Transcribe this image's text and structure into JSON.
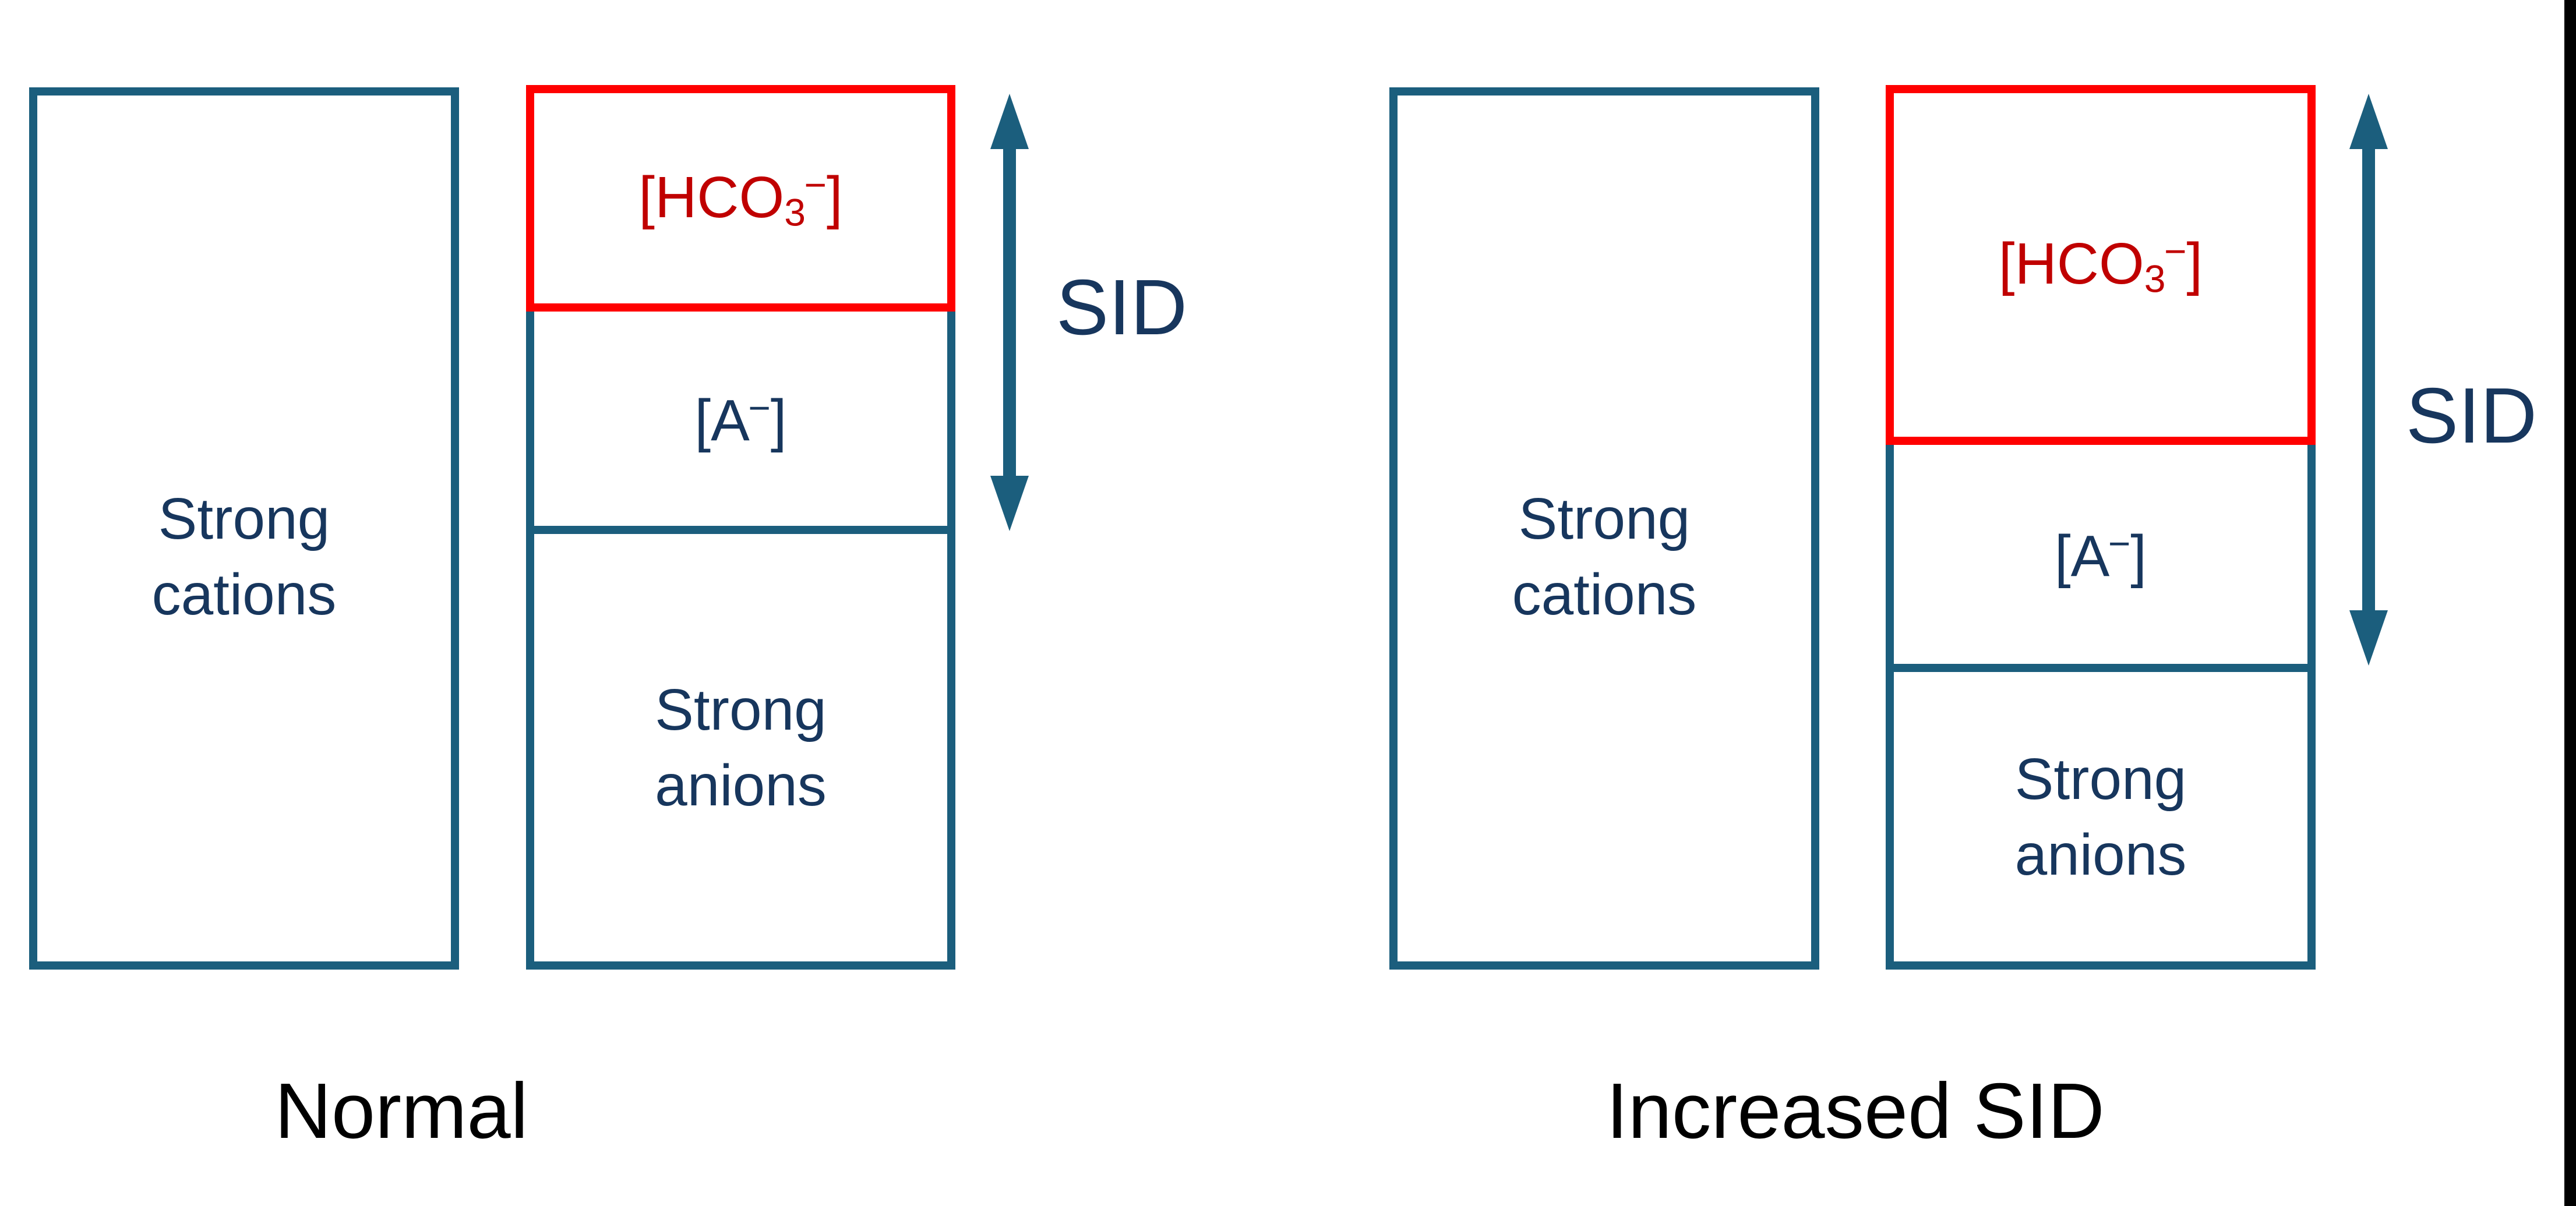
{
  "colors": {
    "teal_border": "#1B5E7D",
    "red_border": "#FF0000",
    "red_formula_text": "#C00000",
    "navy_text": "#17365D",
    "caption_text": "#000000",
    "background": "#FFFFFF",
    "edge_bar": "#000000"
  },
  "left_panel": {
    "caption": "Normal",
    "strong_cations": [
      "Strong",
      "cations"
    ],
    "strong_anions": [
      "Strong",
      "anions"
    ],
    "hco3": {
      "open": "[HCO",
      "sub": "3",
      "sup": "−",
      "close": "]"
    },
    "a_minus": {
      "open": "[A",
      "sup": "−",
      "close": "]"
    },
    "sid_label": "SID"
  },
  "right_panel": {
    "caption": "Increased SID",
    "strong_cations": [
      "Strong",
      "cations"
    ],
    "strong_anions": [
      "Strong",
      "anions"
    ],
    "hco3": {
      "open": "[HCO",
      "sub": "3",
      "sup": "−",
      "close": "]"
    },
    "a_minus": {
      "open": "[A",
      "sup": "−",
      "close": "]"
    },
    "sid_label": "SID"
  }
}
